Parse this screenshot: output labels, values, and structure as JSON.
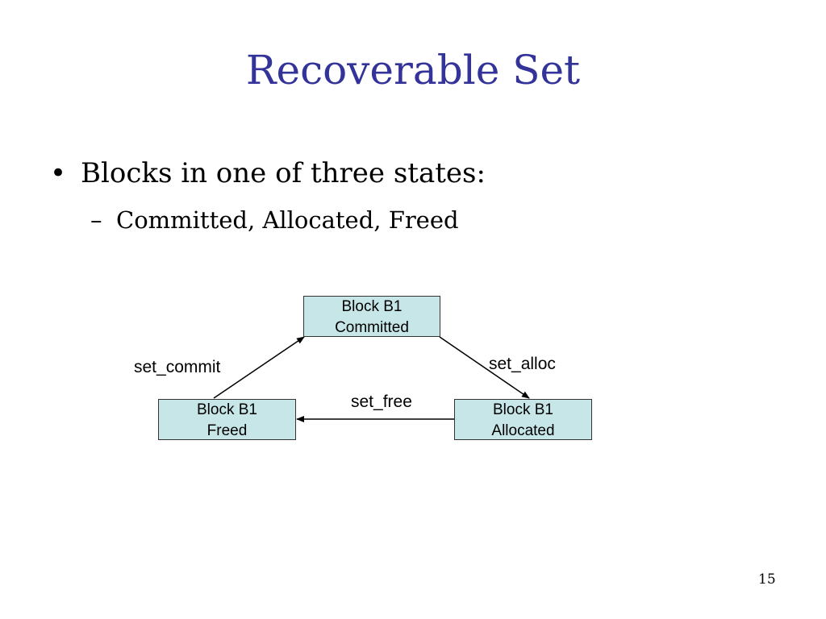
{
  "slide": {
    "title": "Recoverable Set",
    "bullet": "Blocks in one of three states:",
    "bullet_mark": "•",
    "subbullet": "Committed, Allocated, Freed",
    "subbullet_mark": "–",
    "page_number": "15"
  },
  "diagram": {
    "nodes": {
      "committed": {
        "line1": "Block B1",
        "line2": "Committed"
      },
      "freed": {
        "line1": "Block B1",
        "line2": "Freed"
      },
      "allocated": {
        "line1": "Block B1",
        "line2": "Allocated"
      }
    },
    "edges": {
      "set_commit": "set_commit",
      "set_alloc": "set_alloc",
      "set_free": "set_free"
    },
    "colors": {
      "node_fill": "#c7e6e8",
      "title": "#33339a"
    }
  }
}
